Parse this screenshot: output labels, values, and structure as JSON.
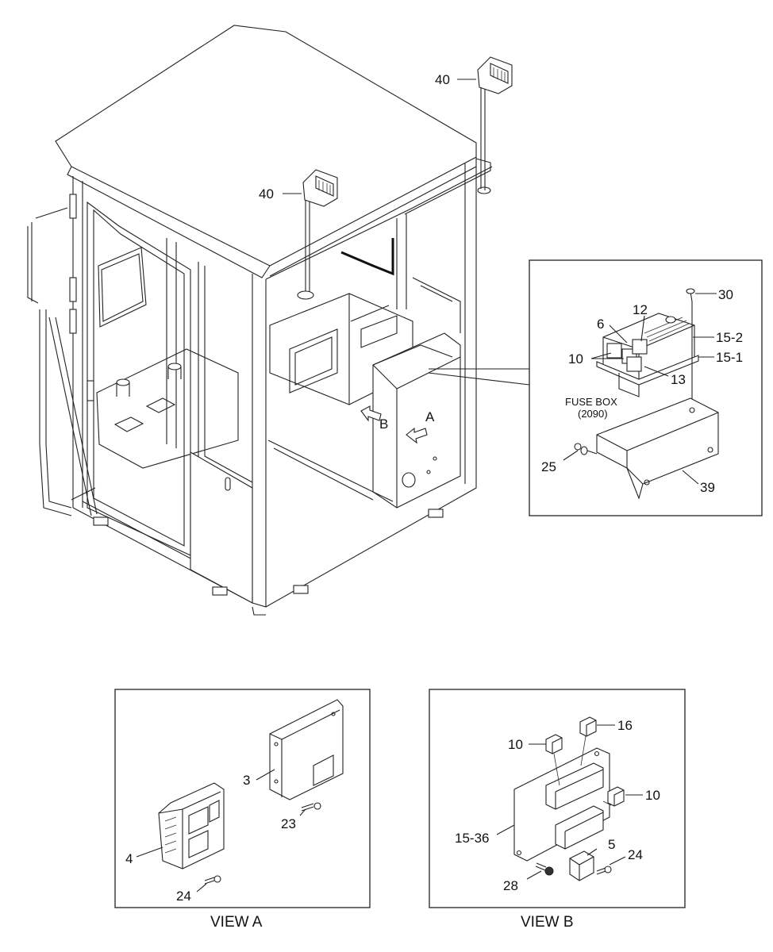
{
  "labels": {
    "lamp_rear": "40",
    "lamp_front": "40",
    "screw_30": "30",
    "relay_12": "12",
    "relay_6": "6",
    "cover_15_2": "15-2",
    "relay_10": "10",
    "base_15_1": "15-1",
    "relay_13": "13",
    "fuse_box": "FUSE BOX",
    "fuse_box_code": "(2090)",
    "bolt_25": "25",
    "bracket_39": "39",
    "arrow_a": "A",
    "arrow_b": "B",
    "unit_3": "3",
    "bolt_23": "23",
    "block_4": "4",
    "bolt_24a": "24",
    "relay_16": "16",
    "relay_10b": "10",
    "relay_10c": "10",
    "plate_15_36": "15-36",
    "relay_5": "5",
    "bolt_24b": "24",
    "bolt_28": "28"
  },
  "captions": {
    "view_a": "VIEW A",
    "view_b": "VIEW B"
  }
}
